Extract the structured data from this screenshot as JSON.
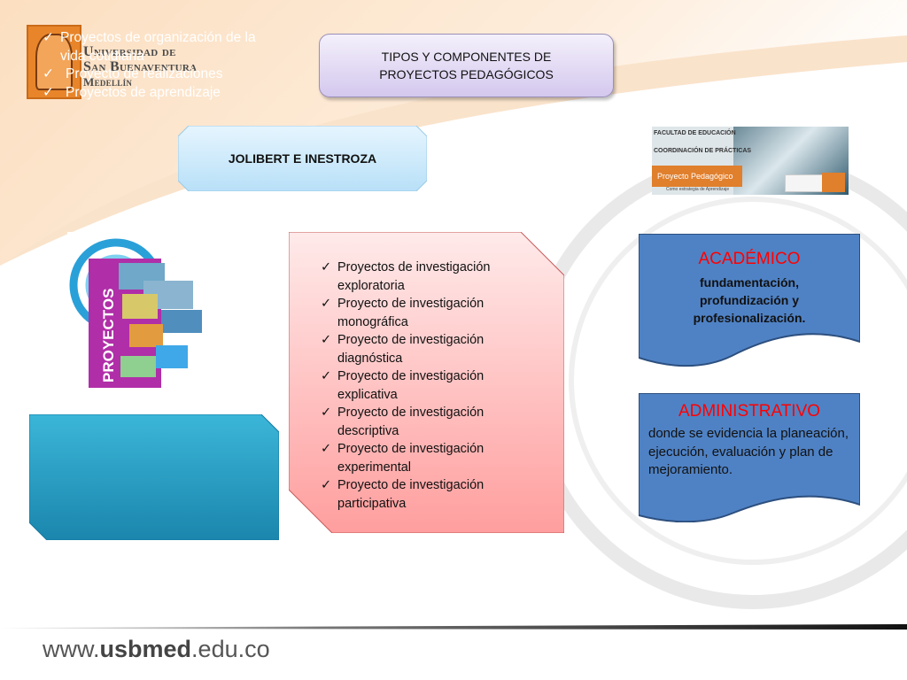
{
  "colors": {
    "title_fill": "#d4c8ee",
    "authors_fill": "#cbe8fb",
    "left_fill": "#2ea0c4",
    "center_fill": "#ff9e9e",
    "right_fill": "#4f82c5",
    "red_heading": "#ff0000"
  },
  "logo": {
    "line1": "Universidad de",
    "line2": "San Buenaventura",
    "line3": "Medellín"
  },
  "title": {
    "line1": "TIPOS Y COMPONENTES DE",
    "line2": "PROYECTOS PEDAGÓGICOS"
  },
  "authors": "JOLIBERT E INESTROZA",
  "banner": {
    "line1": "FACULTAD DE EDUCACIÓN",
    "line2": "COORDINACIÓN DE PRÁCTICAS",
    "label": "Proyecto Pedagógico",
    "caption": "Como estrategia de Aprendizaje"
  },
  "proj_image": {
    "word": "PROYECTOS"
  },
  "left_list": {
    "items": [
      "Proyectos de organización de la vida cotidiana",
      "Proyecto de realizaciones",
      "Proyectos de aprendizaje"
    ]
  },
  "center_list": {
    "items": [
      "Proyectos de investigación exploratoria",
      "Proyecto de investigación monográfica",
      "Proyecto de investigación diagnóstica",
      "Proyecto de investigación explicativa",
      "Proyecto de investigación descriptiva",
      "Proyecto de investigación experimental",
      "Proyecto de investigación participativa"
    ]
  },
  "academico": {
    "heading": "ACADÉMICO",
    "line1": "fundamentación,",
    "line2": "profundización y",
    "line3": "profesionalización."
  },
  "administrativo": {
    "heading": "ADMINISTRATIVO",
    "body": "donde se evidencia la planeación, ejecución, evaluación y plan de mejoramiento."
  },
  "footer": {
    "prefix": "www.",
    "bold": "usbmed",
    "suffix": ".edu.co"
  }
}
